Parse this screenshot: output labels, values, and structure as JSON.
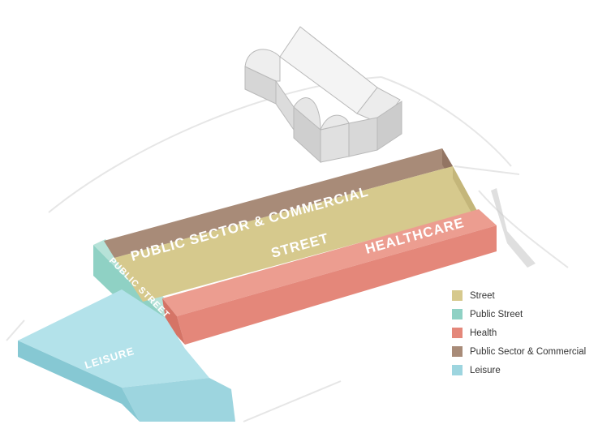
{
  "zones": {
    "public_sector": {
      "label": "PUBLIC SECTOR & COMMERCIAL",
      "color": "#a88b78"
    },
    "street": {
      "label": "STREET",
      "color": "#d6c98d"
    },
    "healthcare": {
      "label": "HEALTHCARE",
      "color": "#e4877a"
    },
    "public_street": {
      "label": "PUBLIC STREET",
      "color": "#8fd1c4"
    },
    "leisure": {
      "label": "LEISURE",
      "color": "#9dd5df"
    }
  },
  "legend": {
    "items": [
      {
        "label": "Street",
        "color": "#d6c98d"
      },
      {
        "label": "Public Street",
        "color": "#8fd1c4"
      },
      {
        "label": "Health",
        "color": "#e4877a"
      },
      {
        "label": "Public Sector & Commercial",
        "color": "#a88b78"
      },
      {
        "label": "Leisure",
        "color": "#9dd5df"
      }
    ]
  }
}
